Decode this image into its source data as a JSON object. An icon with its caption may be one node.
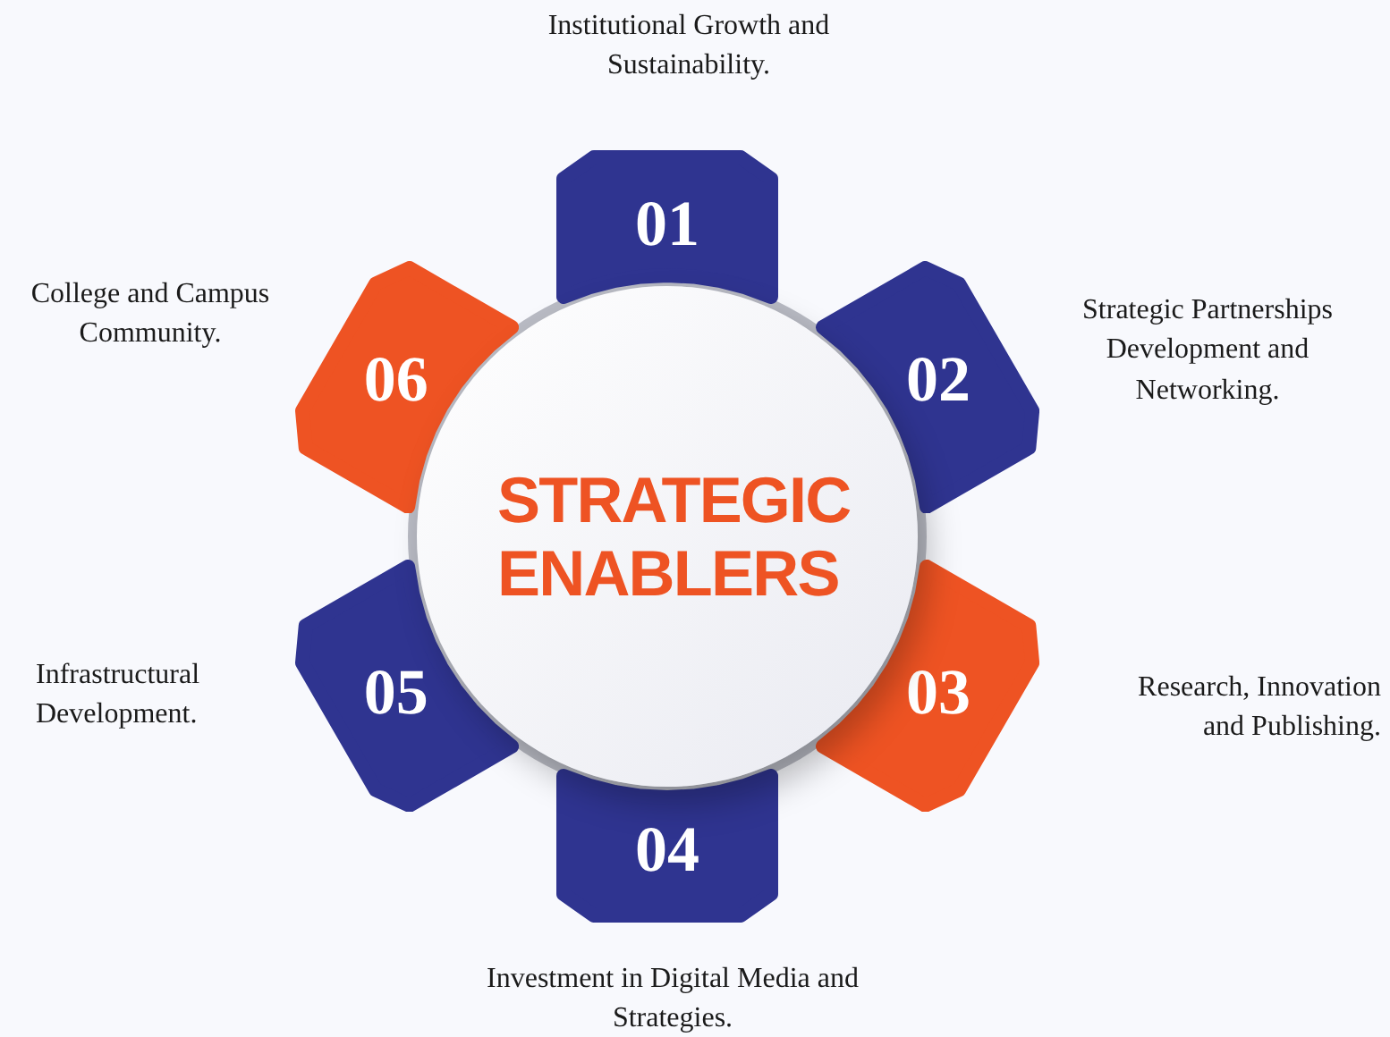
{
  "diagram": {
    "nodes": [
      {
        "text": [
          "STRATEGIC ENABLERS"
        ]
      },
      {
        "text": [
          "01"
        ],
        "beside": [
          "Institutional Growth and Sustainability."
        ]
      },
      {
        "text": [
          "02"
        ],
        "beside": [
          "Strategic Partnerships Development and Networking."
        ]
      },
      {
        "text": [
          "03"
        ],
        "beside": [
          "Research, Innovation and Publishing."
        ]
      },
      {
        "text": [
          "04"
        ],
        "beside": [
          "Investment in Digital Media and Strategies."
        ]
      },
      {
        "text": [
          "05"
        ],
        "beside": [
          "Infrastructural Development."
        ]
      },
      {
        "text": [
          "06"
        ],
        "beside": [
          "College and Campus Community."
        ]
      }
    ]
  }
}
